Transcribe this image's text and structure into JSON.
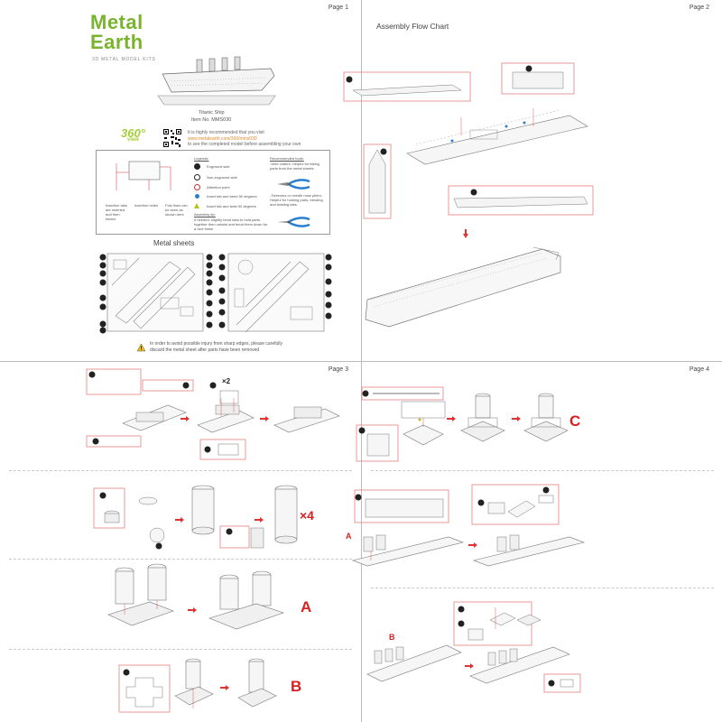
{
  "pages": {
    "p1": "Page 1",
    "p2": "Page 2",
    "p3": "Page 3",
    "p4": "Page 4"
  },
  "brand": {
    "line1": "Metal",
    "line2": "Earth",
    "subtitle": "3D METAL MODEL KITS"
  },
  "product": {
    "name": "Titanic Ship",
    "item": "Item No. MMS030"
  },
  "view360": {
    "big": "360°",
    "small": "view"
  },
  "info": {
    "line1": "It is highly recommended that you visit",
    "url": "www.metalearth.com/360/mms030",
    "line3": "to see the completed model before assembling your own"
  },
  "legend": {
    "heading": "Legends:",
    "items": [
      "Engraved side",
      "Non-engraved side",
      "Attention point",
      "Insert tab and bend 90 degrees",
      "Insert tab and twist 90 degrees"
    ],
    "assembly_heading": "Assembly tip:",
    "assembly_tip": "If needed, slightly bend tabs to hold parts together then untwist and bend them down for a nice finish",
    "tools_heading": "Recommended tools:",
    "tool1": "-Wire cutters: Helpful for taking parts from the metal sheets.",
    "tool2": "-Tweezers or needle nose pliers: Helpful for holding parts, bending and twisting tabs.",
    "diagram_labels": [
      "Insertion holes",
      "Insertion tabs are inserted and then folded",
      "Fold lines can be seen as shown here"
    ]
  },
  "sheets": {
    "title": "Metal sheets"
  },
  "warning": {
    "line1": "In order to avoid possible injury from sharp edges, please carefully",
    "line2": "discard the metal sheet after parts have been removed"
  },
  "flow": {
    "title": "Assembly Flow Chart"
  },
  "letters": {
    "A": "A",
    "B": "B",
    "C": "C"
  },
  "multipliers": {
    "x4": "×4",
    "x2": "×2"
  },
  "colors": {
    "brand_green": "#7ab32e",
    "accent_red": "#d82020",
    "three60": "#a6cd3a",
    "url": "#e08a2c"
  }
}
